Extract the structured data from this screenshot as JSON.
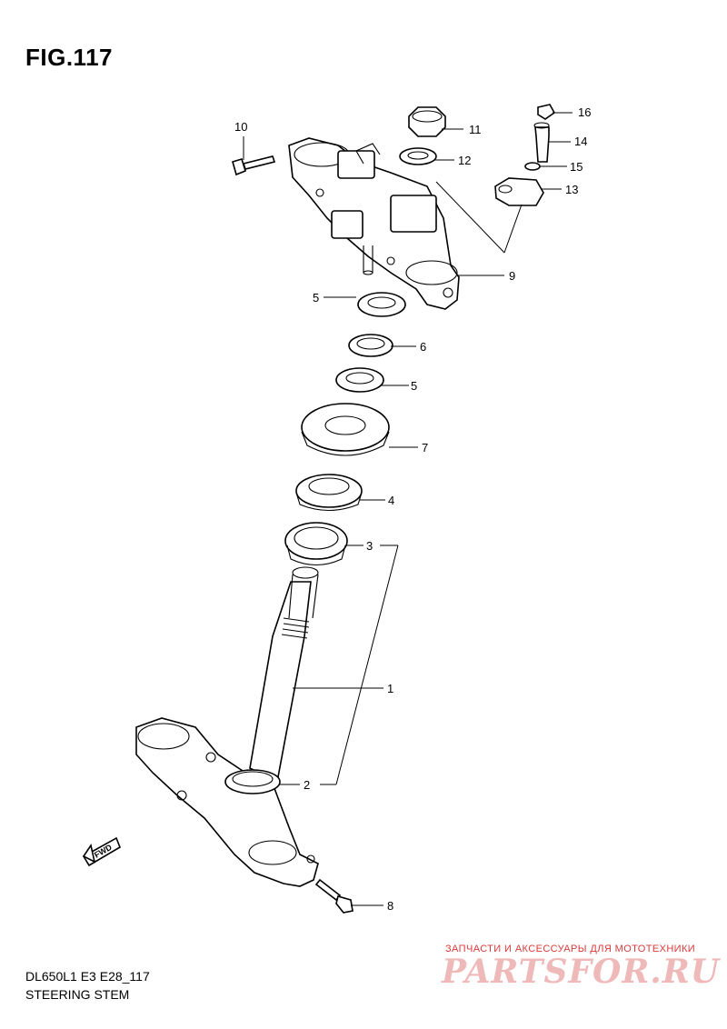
{
  "figure": {
    "title": "FIG.117",
    "model_code": "DL650L1 E3 E28_117",
    "section_name": "STEERING STEM"
  },
  "watermark": {
    "tagline": "ЗАПЧАСТИ И АКСЕССУАРЫ ДЛЯ МОТОТЕХНИКИ",
    "brand": "PARTSFOR.RU"
  },
  "direction_label": "FWD",
  "callouts": {
    "p1": "1",
    "p2": "2",
    "p3": "3",
    "p4": "4",
    "p5a": "5",
    "p5b": "5",
    "p6": "6",
    "p7": "7",
    "p8": "8",
    "p9": "9",
    "p10": "10",
    "p11": "11",
    "p12": "12",
    "p13": "13",
    "p14": "14",
    "p15": "15",
    "p16": "16"
  }
}
